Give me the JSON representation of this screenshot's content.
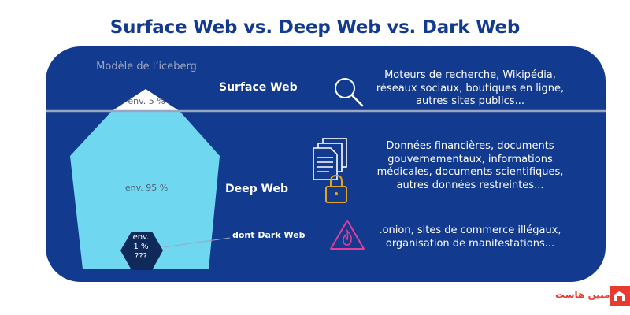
{
  "title": "Surface Web vs. Deep Web vs. Dark Web",
  "iceberg": {
    "caption": "Modèle de l’iceberg",
    "surface_pct": "env. 5 %",
    "deep_pct": "env. 95 %",
    "dark_lines": [
      "env.",
      "1 %",
      "???"
    ]
  },
  "layers": {
    "surface": {
      "label": "Surface Web",
      "icon": "magnifier-icon",
      "description": [
        "Moteurs de recherche, Wikipédia,",
        "réseaux sociaux, boutiques en ligne,",
        "autres sites publics..."
      ]
    },
    "deep": {
      "label": "Deep Web",
      "icon": "documents-lock-icon",
      "description": [
        "Données financières, documents",
        "gouvernementaux, informations",
        "médicales, documents scientifiques,",
        "autres données restreintes..."
      ]
    },
    "dark": {
      "label": "dont Dark Web",
      "icon": "warning-flame-icon",
      "description": [
        ".onion, sites de commerce illégaux,",
        "organisation de manifestations..."
      ]
    }
  },
  "watermark": {
    "text": "مبين هاست"
  },
  "colors": {
    "panel": "#123a8e",
    "title": "#123a8e",
    "iceberg": "#6fd8f0",
    "surface_tip": "#ffffff",
    "hexagon": "#0f2a5a",
    "waterline": "#9aa6bf",
    "lock": "#e0a423",
    "warning": "#e63c9c"
  }
}
